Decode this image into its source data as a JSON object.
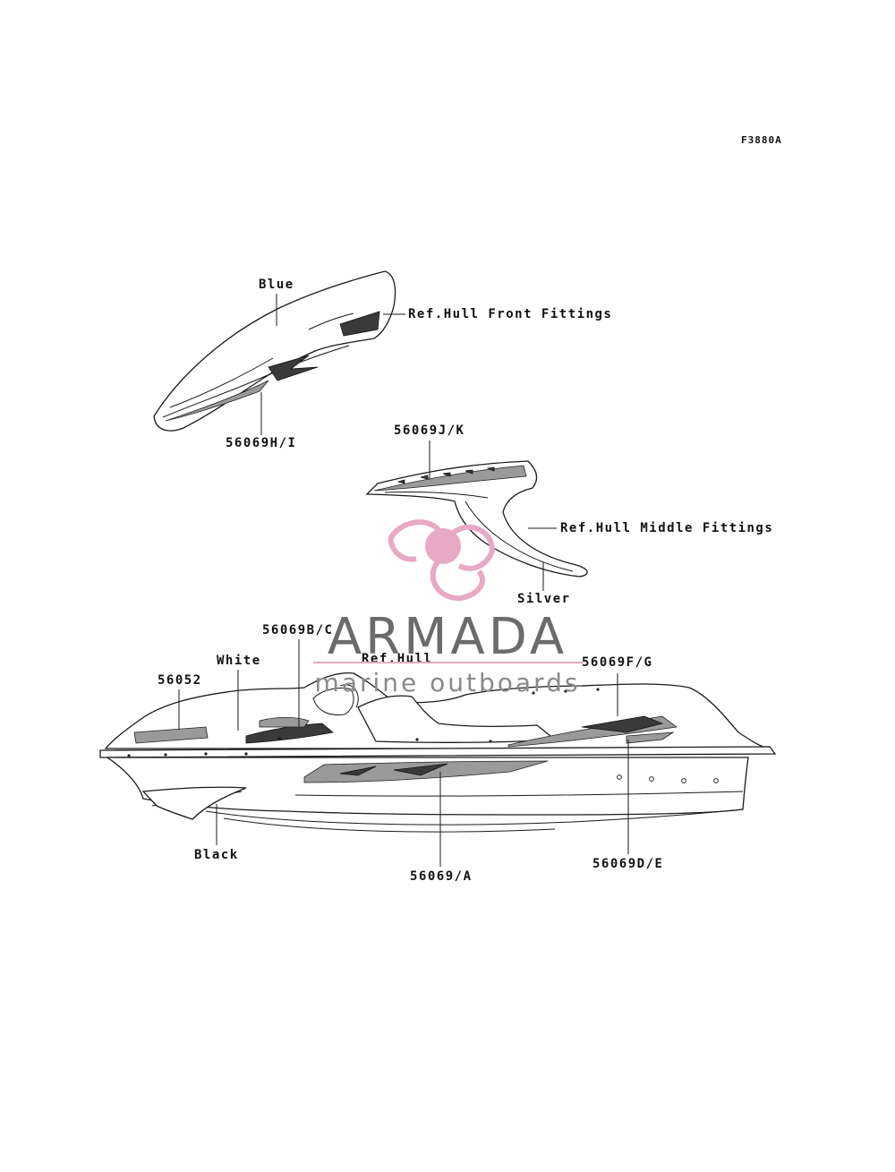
{
  "figure_code": "F3880A",
  "labels": {
    "blue": "Blue",
    "ref_front": "Ref.Hull Front Fittings",
    "part_hi": "56069H/I",
    "part_jk": "56069J/K",
    "ref_middle": "Ref.Hull Middle Fittings",
    "silver": "Silver",
    "part_bc": "56069B/C",
    "ref_hull": "Ref.Hull",
    "white": "White",
    "part_56052": "56052",
    "part_fg": "56069F/G",
    "black": "Black",
    "part_a": "56069/A",
    "part_de": "56069D/E"
  },
  "watermark": {
    "title": "ARMADA",
    "subtitle": "marine outboards",
    "accent_color": "#e8a9c4",
    "text_color": "#6b6b6b"
  },
  "icons": {
    "watermark_logo": "propeller-icon"
  }
}
